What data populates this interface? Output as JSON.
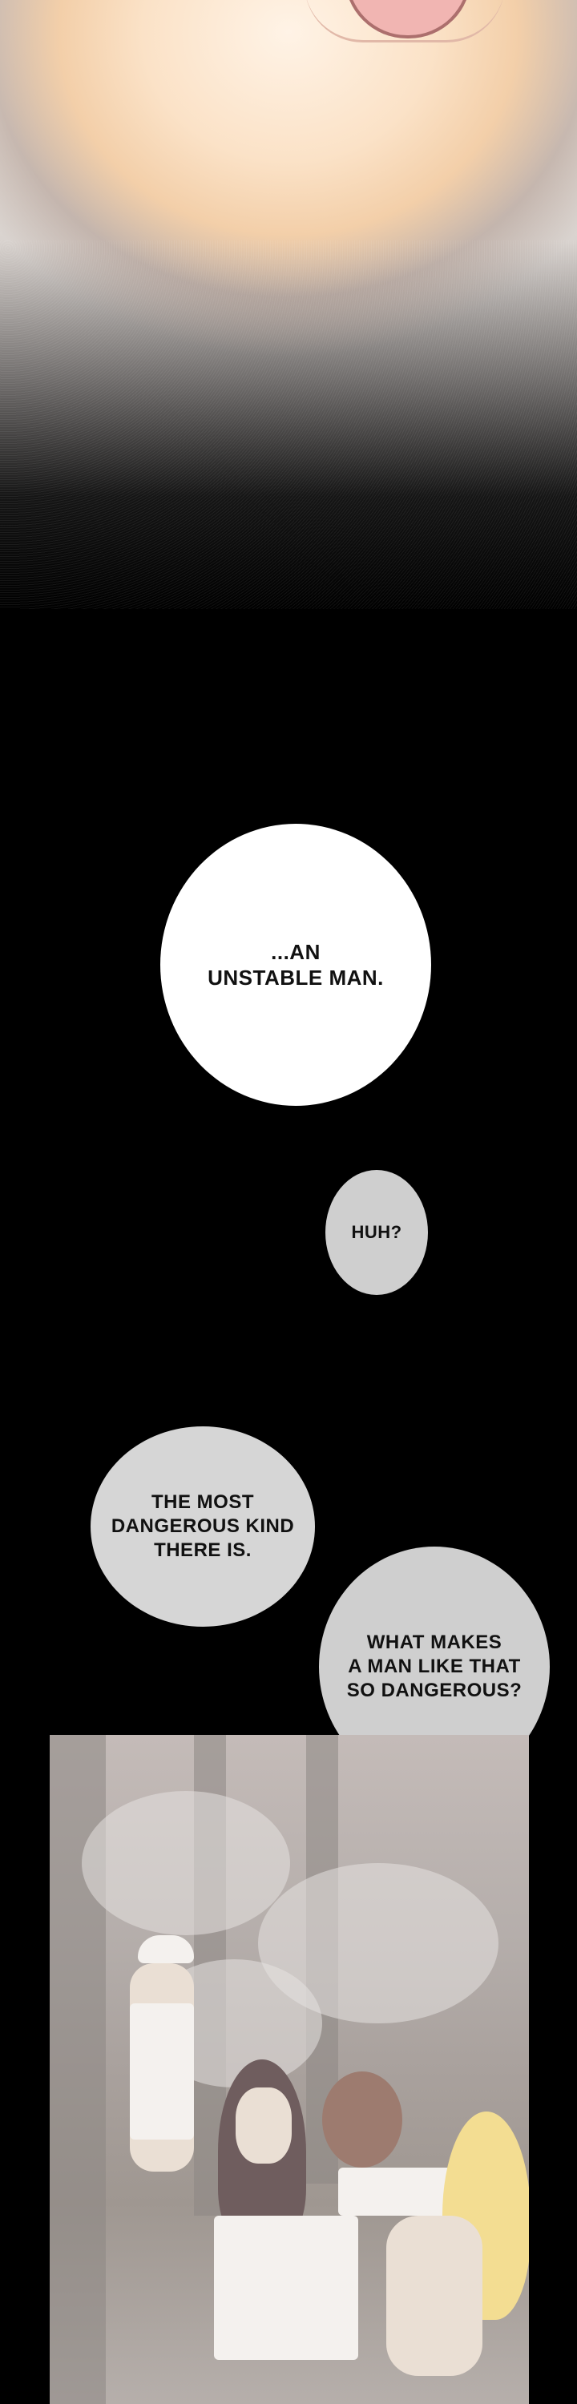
{
  "bubbles": {
    "b1": "...AN\nUNSTABLE MAN.",
    "b2": "HUH?",
    "b3": "THE MOST\nDANGEROUS KIND\nTHERE IS.",
    "b4": "WHAT MAKES\nA MAN LIKE THAT\nSO DANGEROUS?"
  },
  "colors": {
    "background": "#000000",
    "white_bubble": "#ffffff",
    "gray_bubble": "#cfcfcf"
  }
}
